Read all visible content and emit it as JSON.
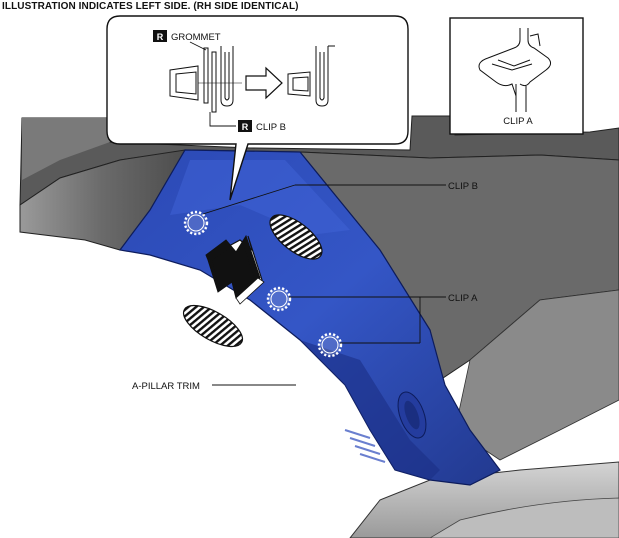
{
  "heading": "ILLUSTRATION INDICATES LEFT SIDE. (RH SIDE IDENTICAL)",
  "inset_left": {
    "grommet_tag": "R",
    "grommet_label": "GROMMET",
    "clipb_tag": "R",
    "clipb_label": "CLIP B"
  },
  "inset_right": {
    "label": "CLIP A"
  },
  "callouts": {
    "clip_b": "CLIP B",
    "clip_a": "CLIP A",
    "a_pillar_trim": "A-PILLAR TRIM"
  },
  "colors": {
    "trim_blue": "#2f4fb8",
    "trim_dark": "#1a2f86",
    "body_gray": "#6e6e6e",
    "body_light": "#b9b9b9"
  },
  "icons": [
    "removal-direction-arrow-icon",
    "clip-position-marker-icon",
    "hand-grip-marker-icon"
  ]
}
